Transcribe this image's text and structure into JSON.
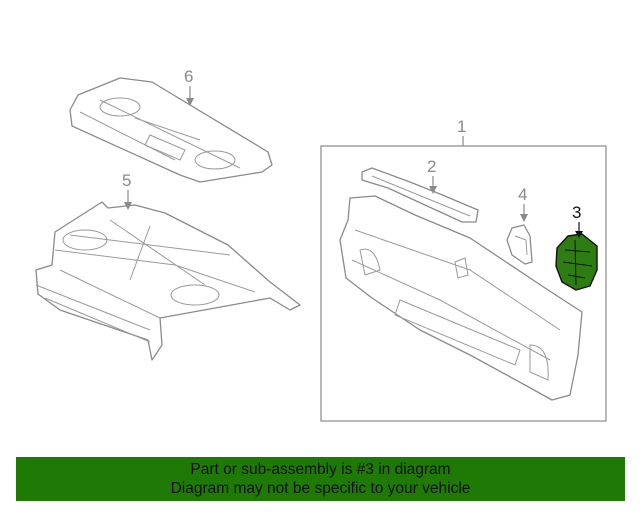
{
  "colors": {
    "banner_bg": "#1e7a04",
    "highlight_part": "#2e7d12",
    "line": "#8a8a8a"
  },
  "callouts": {
    "c1": "1",
    "c2": "2",
    "c3": "3",
    "c4": "4",
    "c5": "5",
    "c6": "6"
  },
  "highlighted_callout": "3",
  "banner": {
    "line1": "Part or sub-assembly is #3 in diagram",
    "line2": "Diagram may not be specific to your vehicle"
  }
}
